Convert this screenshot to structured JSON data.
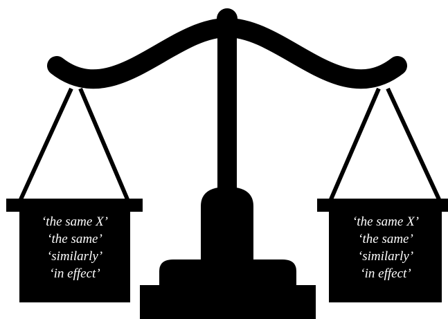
{
  "colors": {
    "silhouette": "#000000",
    "background": "#ffffff",
    "text": "#ffffff"
  },
  "left_pan": {
    "lines": [
      "‘the same X’",
      "‘the same’",
      "‘similarly’",
      "‘in effect’"
    ]
  },
  "right_pan": {
    "lines": [
      "‘the same X’",
      "‘the same’",
      "‘similarly’",
      "‘in effect’"
    ]
  }
}
